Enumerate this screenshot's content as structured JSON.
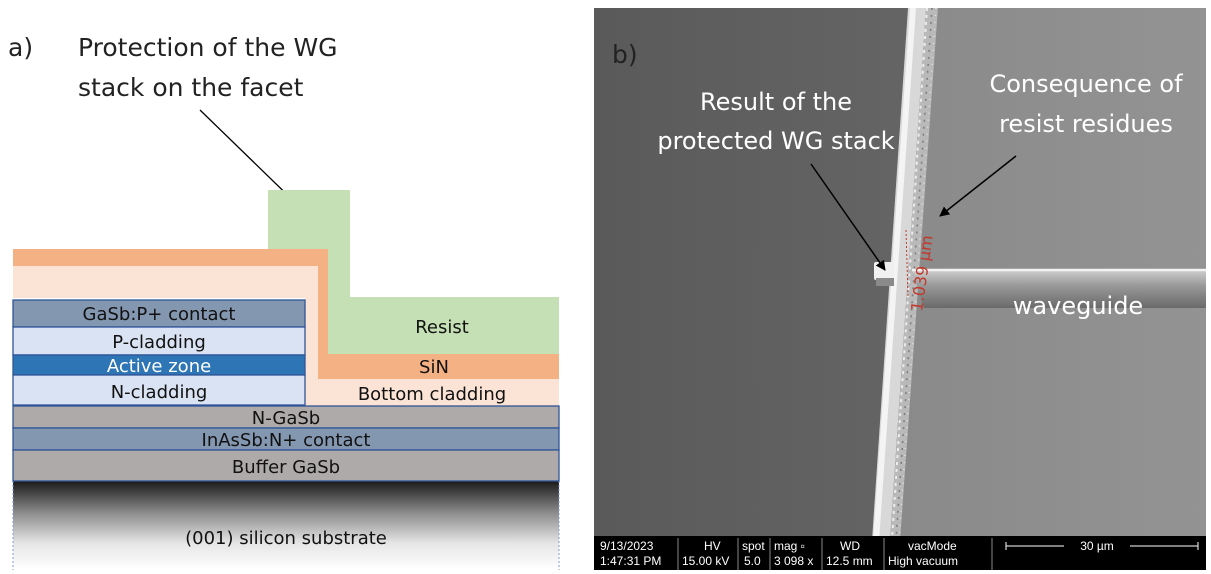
{
  "panel_a": {
    "panel_label": "a)",
    "title_line1": "Protection of the WG",
    "title_line2": "stack on the facet",
    "layers": {
      "gasb_contact": "GaSb:P+ contact",
      "p_cladding": "P-cladding",
      "active_zone": "Active zone",
      "n_cladding": "N-cladding",
      "resist": "Resist",
      "sin": "SiN",
      "bottom_cladding": "Bottom cladding",
      "n_gasb": "N-GaSb",
      "inassb_contact": "InAsSb:N+ contact",
      "buffer_gasb": "Buffer GaSb",
      "substrate": "(001) silicon substrate"
    },
    "colors": {
      "orange": "#f4b183",
      "peach": "#fbe3d6",
      "green": "#c5e0b4",
      "dark_slate": "#8497b0",
      "light_blue": "#dae3f3",
      "active_blue": "#2e75b6",
      "gray": "#aeaaaa",
      "outline": "#2f5597"
    }
  },
  "panel_b": {
    "panel_label": "b)",
    "annotation_left_line1": "Result of the",
    "annotation_left_line2": "protected WG stack",
    "annotation_right_line1": "Consequence of",
    "annotation_right_line2": "resist residues",
    "waveguide_label": "waveguide",
    "measurement": "1.039 µm",
    "databar": {
      "date": "9/13/2023",
      "time": "1:47:31 PM",
      "hv_label": "HV",
      "hv_value": "15.00 kV",
      "spot_label": "spot",
      "spot_value": "5.0",
      "mag_label": "mag ▫",
      "mag_value": "3 098 x",
      "wd_label": "WD",
      "wd_value": "12.5 mm",
      "vac_label": "vacMode",
      "vac_value": "High vacuum",
      "scale_label": "30 µm"
    }
  }
}
